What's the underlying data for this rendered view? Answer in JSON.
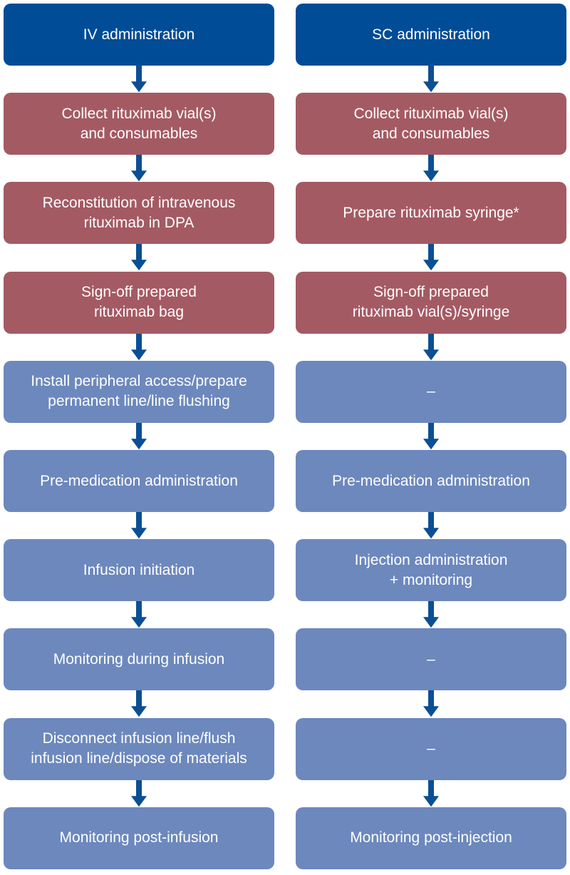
{
  "colors": {
    "header": "#004c97",
    "prep": "#a45a63",
    "admin": "#6c88bd",
    "arrow": "#0a4f94"
  },
  "columns": [
    {
      "id": "iv",
      "steps": [
        {
          "kind": "header",
          "text": "IV administration"
        },
        {
          "kind": "prep",
          "text": "Collect rituximab vial(s)\nand consumables"
        },
        {
          "kind": "prep",
          "text": "Reconstitution of intravenous\nrituximab in DPA"
        },
        {
          "kind": "prep",
          "text": "Sign-off prepared\nrituximab bag"
        },
        {
          "kind": "admin",
          "text": "Install peripheral access/prepare\npermanent line/line flushing"
        },
        {
          "kind": "admin",
          "text": "Pre-medication administration"
        },
        {
          "kind": "admin",
          "text": "Infusion initiation"
        },
        {
          "kind": "admin",
          "text": "Monitoring during infusion"
        },
        {
          "kind": "admin",
          "text": "Disconnect infusion line/flush\ninfusion line/dispose of materials"
        },
        {
          "kind": "admin",
          "text": "Monitoring post-infusion"
        }
      ]
    },
    {
      "id": "sc",
      "steps": [
        {
          "kind": "header",
          "text": "SC administration"
        },
        {
          "kind": "prep",
          "text": "Collect rituximab vial(s)\nand consumables"
        },
        {
          "kind": "prep",
          "text": "Prepare rituximab syringe*"
        },
        {
          "kind": "prep",
          "text": "Sign-off prepared\nrituximab vial(s)/syringe"
        },
        {
          "kind": "admin",
          "text": "–"
        },
        {
          "kind": "admin",
          "text": "Pre-medication administration"
        },
        {
          "kind": "admin",
          "text": "Injection administration\n+ monitoring"
        },
        {
          "kind": "admin",
          "text": "–"
        },
        {
          "kind": "admin",
          "text": "–"
        },
        {
          "kind": "admin",
          "text": "Monitoring post-injection"
        }
      ]
    }
  ]
}
